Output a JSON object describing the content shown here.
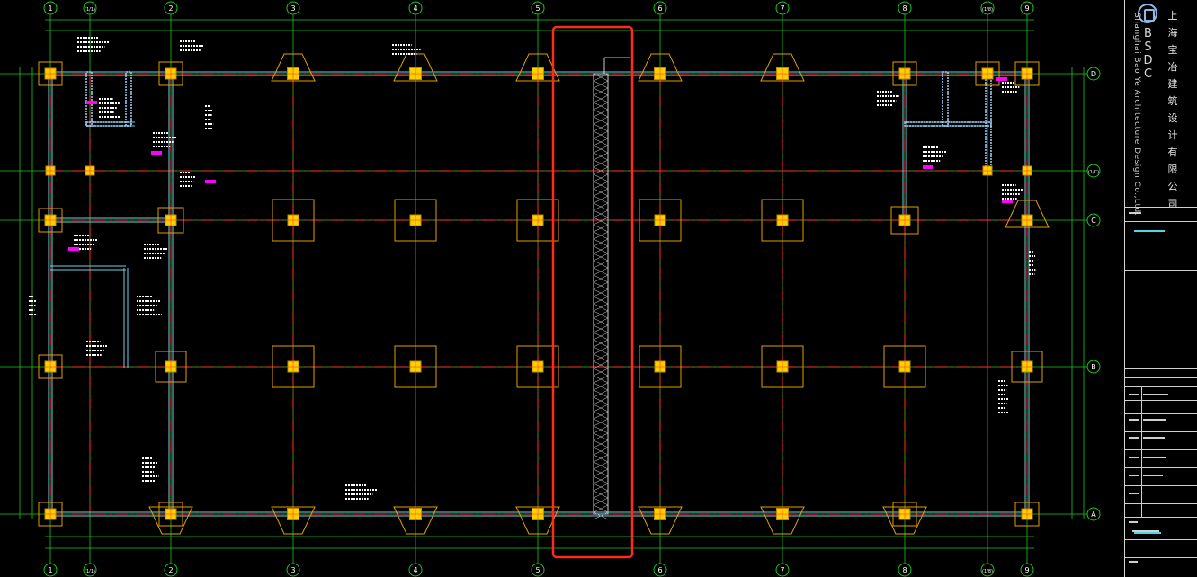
{
  "title_block": {
    "company_cn": "上海宝冶建筑设计有限公司",
    "company_en": "Shanghai Bao Ye Architecture Design Co.,Ltd.",
    "abbreviation": "BSDC"
  },
  "grid": {
    "columns": [
      "1",
      "(1/1)",
      "2",
      "3",
      "4",
      "5",
      "6",
      "7",
      "8",
      "(1/8)",
      "9"
    ],
    "rows": [
      "D",
      "(1/C)",
      "C",
      "B",
      "A"
    ]
  },
  "highlight": {
    "color": "#ff2a1a"
  },
  "colors": {
    "grid_axis": "#ff3030",
    "dimension": "#18c818",
    "beam": "#6fd0e8",
    "footing": "#e0a000",
    "column": "#ffd000",
    "text": "#ffffff",
    "tag": "#ff00ff"
  }
}
